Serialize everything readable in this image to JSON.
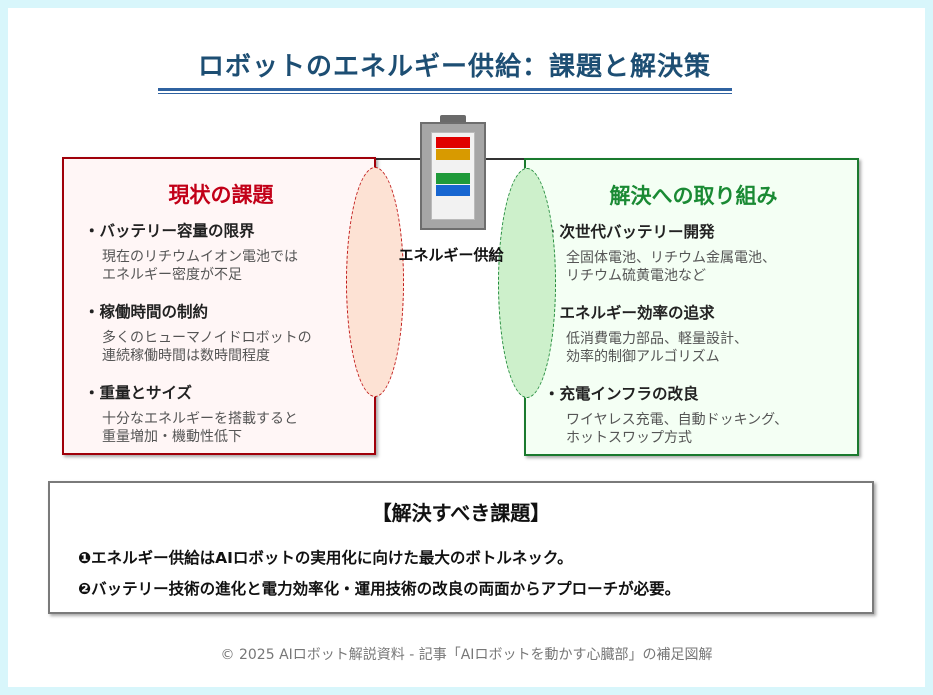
{
  "title": "ロボットのエネルギー供給：課題と解決策",
  "center": {
    "label": "エネルギー供給",
    "battery_cells": [
      "#e00000",
      "#d89a00",
      "#1f9a3a",
      "#1766d1"
    ]
  },
  "left_panel": {
    "title": "現状の課題",
    "items": [
      {
        "head": "・バッテリー容量の限界",
        "body": "現在のリチウムイオン電池では\nエネルギー密度が不足"
      },
      {
        "head": "・稼働時間の制約",
        "body": "多くのヒューマノイドロボットの\n連続稼働時間は数時間程度"
      },
      {
        "head": "・重量とサイズ",
        "body": "十分なエネルギーを搭載すると\n重量増加・機動性低下"
      }
    ]
  },
  "right_panel": {
    "title": "解決への取り組み",
    "items": [
      {
        "head": "・次世代バッテリー開発",
        "body": "全固体電池、リチウム金属電池、\nリチウム硫黄電池など"
      },
      {
        "head": "・エネルギー効率の追求",
        "body": "低消費電力部品、軽量設計、\n効率的制御アルゴリズム"
      },
      {
        "head": "・充電インフラの改良",
        "body": "ワイヤレス充電、自動ドッキング、\nホットスワップ方式"
      }
    ]
  },
  "bottom": {
    "title": "【解決すべき課題】",
    "points": [
      "❶エネルギー供給はAIロボットの実用化に向けた最大のボトルネック。",
      "❷バッテリー技術の進化と電力効率化・運用技術の改良の両面からアプローチが必要。"
    ]
  },
  "footer": "© 2025 AIロボット解説資料 - 記事「AIロボットを動かす心臓部」の補足図解"
}
